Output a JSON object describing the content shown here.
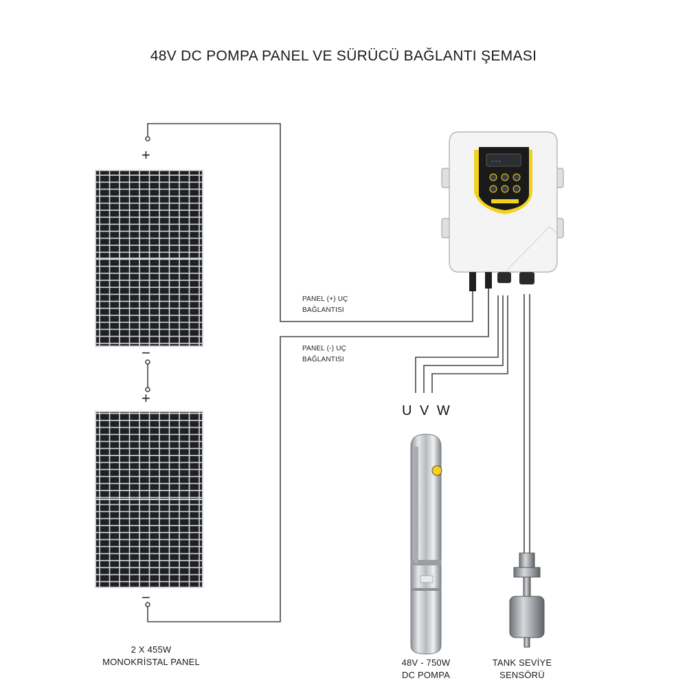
{
  "title": "48V DC POMPA PANEL VE SÜRÜCÜ BAĞLANTI ŞEMASI",
  "labels": {
    "panel_plus_line1": "PANEL (+) UÇ",
    "panel_plus_line2": "BAĞLANTISI",
    "panel_minus_line1": "PANEL (-) UÇ",
    "panel_minus_line2": "BAĞLANTISI",
    "uvw": "U V W"
  },
  "captions": {
    "panels_line1": "2 X 455W",
    "panels_line2": "MONOKRİSTAL PANEL",
    "pump_line1": "48V - 750W",
    "pump_line2": "DC POMPA",
    "sensor_line1": "TANK SEVİYE",
    "sensor_line2": "SENSÖRÜ"
  },
  "symbols": {
    "plus": "+",
    "minus": "−"
  },
  "colors": {
    "wire": "#444444",
    "panel_cell": "#1f2024",
    "panel_frame": "#c9ccd0",
    "driver_body": "#f4f4f4",
    "driver_accent": "#f2d21c",
    "driver_display": "#1a1a1a",
    "pump_steel": "#bfc3c7"
  }
}
